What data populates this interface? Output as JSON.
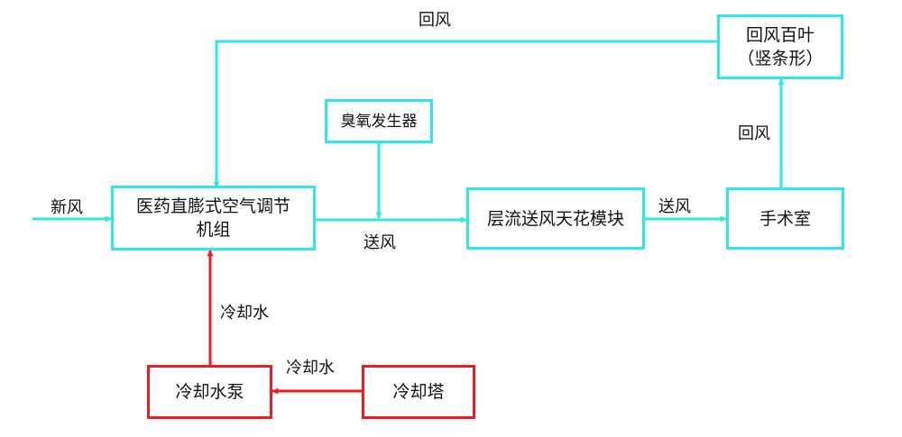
{
  "colors": {
    "air_flow": "#2fe6ee",
    "water_flow": "#ee1c1c"
  },
  "nodes": {
    "ahu": {
      "line1": "医药直膨式空气调节",
      "line2": "机组"
    },
    "ozone": "臭氧发生器",
    "laminar": "层流送风天花模块",
    "or_room": "手术室",
    "return_louver": {
      "line1": "回风百叶",
      "line2": "（竖条形）"
    },
    "pump": "冷却水泵",
    "tower": "冷却塔"
  },
  "edge_labels": {
    "fresh_air": "新风",
    "supply_ahu": "送风",
    "supply_laminar": "送风",
    "return_top": "回风",
    "return_right": "回风",
    "cooling_water_vertical": "冷却水",
    "cooling_water_horizontal": "冷却水"
  }
}
